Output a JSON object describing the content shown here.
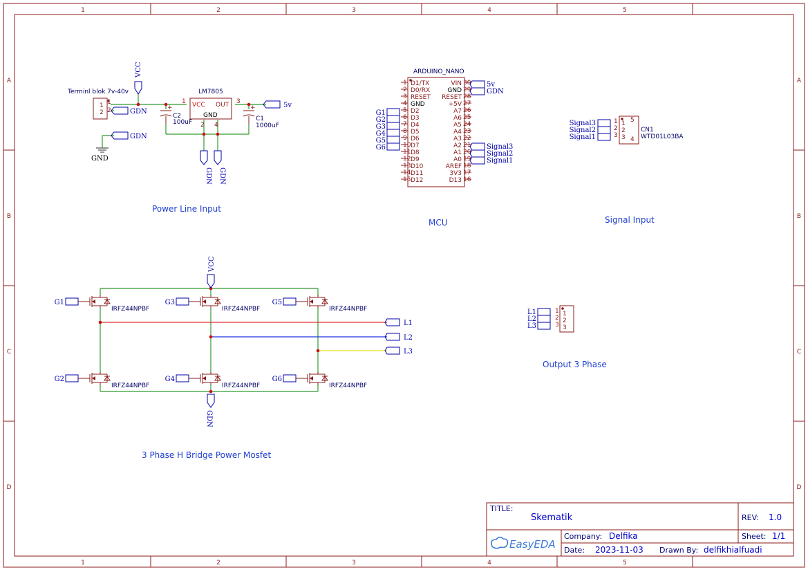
{
  "border": {
    "columns": [
      "1",
      "2",
      "3",
      "4",
      "5"
    ],
    "rows": [
      "A",
      "B",
      "C",
      "D"
    ]
  },
  "power": {
    "section_label": "Power Line Input",
    "terminal_name": "Terminl blok 7v-40v",
    "terminal_pins": [
      "1",
      "2"
    ],
    "vcc_flag": "VCC",
    "gdn_label": "GDN",
    "gnd_label": "GND",
    "regulator_name": "LM7805",
    "reg_vcc": "VCC",
    "reg_out": "OUT",
    "reg_gnd": "GND",
    "reg_pin1": "1",
    "reg_pin2": "2",
    "reg_pin3": "3",
    "reg_pin4": "4",
    "c2_name": "C2",
    "c2_value": "100uF",
    "c1_name": "C1",
    "c1_value": "1000uF",
    "out_5v": "5v",
    "gdn_a": "GDN",
    "gdn_b": "GDN",
    "gdn_c": "GDN"
  },
  "mcu": {
    "section_label": "MCU",
    "name": "ARDUINO_NANO",
    "left_pins": [
      {
        "num": "1",
        "name": "D1/TX"
      },
      {
        "num": "2",
        "name": "D0/RX"
      },
      {
        "num": "3",
        "name": "RESET"
      },
      {
        "num": "4",
        "name": "GND"
      },
      {
        "num": "5",
        "name": "D2"
      },
      {
        "num": "6",
        "name": "D3"
      },
      {
        "num": "7",
        "name": "D4"
      },
      {
        "num": "8",
        "name": "D5"
      },
      {
        "num": "9",
        "name": "D6"
      },
      {
        "num": "10",
        "name": "D7"
      },
      {
        "num": "11",
        "name": "D8"
      },
      {
        "num": "12",
        "name": "D9"
      },
      {
        "num": "13",
        "name": "D10"
      },
      {
        "num": "14",
        "name": "D11"
      },
      {
        "num": "15",
        "name": "D12"
      }
    ],
    "right_pins": [
      {
        "num": "30",
        "name": "VIN"
      },
      {
        "num": "29",
        "name": "GND"
      },
      {
        "num": "28",
        "name": "RESET"
      },
      {
        "num": "27",
        "name": "+5V"
      },
      {
        "num": "26",
        "name": "A7"
      },
      {
        "num": "25",
        "name": "A6"
      },
      {
        "num": "24",
        "name": "A5"
      },
      {
        "num": "23",
        "name": "A4"
      },
      {
        "num": "22",
        "name": "A3"
      },
      {
        "num": "21",
        "name": "A2"
      },
      {
        "num": "20",
        "name": "A1"
      },
      {
        "num": "19",
        "name": "A0"
      },
      {
        "num": "18",
        "name": "AREF"
      },
      {
        "num": "17",
        "name": "3V3"
      },
      {
        "num": "16",
        "name": "D13"
      }
    ],
    "left_nets": [
      "G1",
      "G2",
      "G3",
      "G4",
      "G5",
      "G6"
    ],
    "right_top_nets": [
      "5v",
      "GDN"
    ],
    "right_signal_nets": [
      "Signal3",
      "Signal2",
      "Signal1"
    ]
  },
  "signal": {
    "section_label": "Signal Input",
    "connector_name": "CN1",
    "connector_part": "WTD01L03BA",
    "nets": [
      "Signal3",
      "Signal2",
      "Signal1"
    ],
    "pins": [
      "1",
      "2",
      "3"
    ],
    "extra_pins": [
      "5",
      "4"
    ]
  },
  "output": {
    "section_label": "Output 3 Phase",
    "nets": [
      "L1",
      "L2",
      "L3"
    ],
    "pins": [
      "1",
      "2",
      "3"
    ]
  },
  "bridge": {
    "section_label": "3 Phase H Bridge Power Mosfet",
    "mosfet_part": "IRFZ44NPBF",
    "top_gates": [
      "G1",
      "G3",
      "G5"
    ],
    "bottom_gates": [
      "G2",
      "G4",
      "G6"
    ],
    "vcc_flag": "VCC",
    "gdn_flag": "GDN",
    "phase_nets": [
      "L1",
      "L2",
      "L3"
    ]
  },
  "title_block": {
    "title_label": "TITLE:",
    "title_value": "Skematik",
    "rev_label": "REV:",
    "rev_value": "1.0",
    "logo": "EasyEDA",
    "company_label": "Company:",
    "company_value": "Delfika",
    "sheet_label": "Sheet:",
    "sheet_value": "1/1",
    "date_label": "Date:",
    "date_value": "2023-11-03",
    "drawn_label": "Drawn By:",
    "drawn_value": "delfikhialfuadi"
  },
  "colors": {
    "frame": "#8b1a1a",
    "wire": "#2e9a2e",
    "net_text": "#0000aa",
    "l1": "#e03030",
    "l2": "#2030e0",
    "l3": "#e8e020"
  }
}
